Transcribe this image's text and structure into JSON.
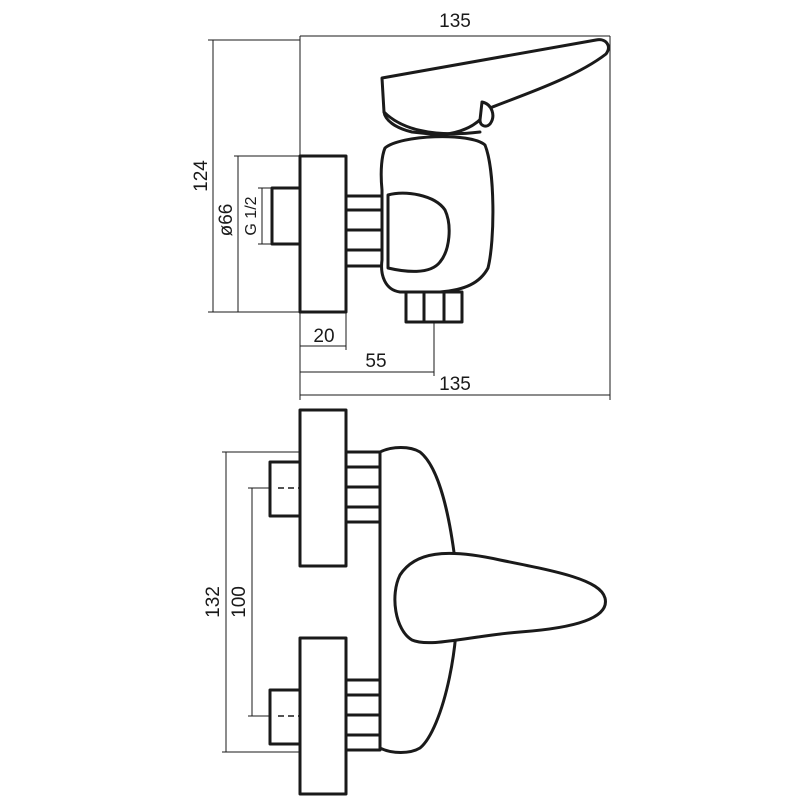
{
  "dimensions": {
    "top_width": "135",
    "height": "124",
    "diameter": "ø66",
    "thread": "G 1/2",
    "flange_depth": "20",
    "outlet_offset": "55",
    "bottom_width": "135",
    "total_length": "132",
    "center_distance": "100"
  }
}
